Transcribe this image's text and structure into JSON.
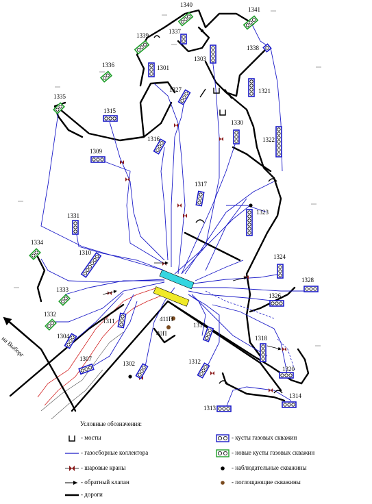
{
  "map": {
    "road_label": "на Выборг",
    "pads": [
      {
        "id": "1340",
        "type": "new",
        "label": "1340"
      },
      {
        "id": "1341",
        "type": "new",
        "label": "1341"
      },
      {
        "id": "1339",
        "type": "new",
        "label": "1339"
      },
      {
        "id": "1337",
        "type": "existing",
        "label": "1337"
      },
      {
        "id": "1338",
        "type": "existing",
        "label": "1338"
      },
      {
        "id": "1303",
        "type": "existing",
        "label": "1303"
      },
      {
        "id": "1301",
        "type": "existing",
        "label": "1301"
      },
      {
        "id": "1336",
        "type": "new",
        "label": "1336"
      },
      {
        "id": "1335",
        "type": "new",
        "label": "1335"
      },
      {
        "id": "1327",
        "type": "existing",
        "label": "1327"
      },
      {
        "id": "1321",
        "type": "existing",
        "label": "1321"
      },
      {
        "id": "1315",
        "type": "existing",
        "label": "1315"
      },
      {
        "id": "1330",
        "type": "existing",
        "label": "1330"
      },
      {
        "id": "1316",
        "type": "existing",
        "label": "1316"
      },
      {
        "id": "1322",
        "type": "existing",
        "label": "1322"
      },
      {
        "id": "1309",
        "type": "existing",
        "label": "1309"
      },
      {
        "id": "1317",
        "type": "existing",
        "label": "1317"
      },
      {
        "id": "1323",
        "type": "existing",
        "label": "1323"
      },
      {
        "id": "1331",
        "type": "existing",
        "label": "1331"
      },
      {
        "id": "1334",
        "type": "new",
        "label": "1334"
      },
      {
        "id": "1310",
        "type": "existing",
        "label": "1310"
      },
      {
        "id": "1324",
        "type": "existing",
        "label": "1324"
      },
      {
        "id": "1328",
        "type": "existing",
        "label": "1328"
      },
      {
        "id": "1333",
        "type": "new",
        "label": "1333"
      },
      {
        "id": "1326",
        "type": "existing",
        "label": "1326"
      },
      {
        "id": "1332",
        "type": "new",
        "label": "1332"
      },
      {
        "id": "1311",
        "type": "existing",
        "label": "1311"
      },
      {
        "id": "1319",
        "type": "existing",
        "label": "1319"
      },
      {
        "id": "1304",
        "type": "existing",
        "label": "1304"
      },
      {
        "id": "1318",
        "type": "existing",
        "label": "1318"
      },
      {
        "id": "1307",
        "type": "existing",
        "label": "1307"
      },
      {
        "id": "1302",
        "type": "existing",
        "label": "1302"
      },
      {
        "id": "1312",
        "type": "existing",
        "label": "1312"
      },
      {
        "id": "1320",
        "type": "existing",
        "label": "1320"
      },
      {
        "id": "1314",
        "type": "existing",
        "label": "1314"
      },
      {
        "id": "1313",
        "type": "existing",
        "label": "1313"
      }
    ],
    "injection_wells": [
      "411П",
      "40П"
    ]
  },
  "legend": {
    "title": "Условные обозначения:",
    "bridges": "- мосты",
    "collectors": "- газосборные коллектора",
    "valves": "- шаровые краны",
    "check_valve": "- обратный клапан",
    "roads": "- дороги",
    "pads": "- кусты газовых скважин",
    "new_pads": "- новые кусты газовых скважин",
    "observation": "- наблюдательные скважины",
    "injection": "- поглощающие скважины"
  },
  "colors": {
    "pad_existing": "#1c1cc8",
    "pad_new": "#1f9e2a",
    "collector": "#1c1cc8",
    "road": "#000000",
    "station_top": "#35d6e0",
    "station_bottom": "#f0ea28",
    "valve": "#8b1a1a",
    "injection_well": "#7a4a1e",
    "river": "#d22020"
  }
}
